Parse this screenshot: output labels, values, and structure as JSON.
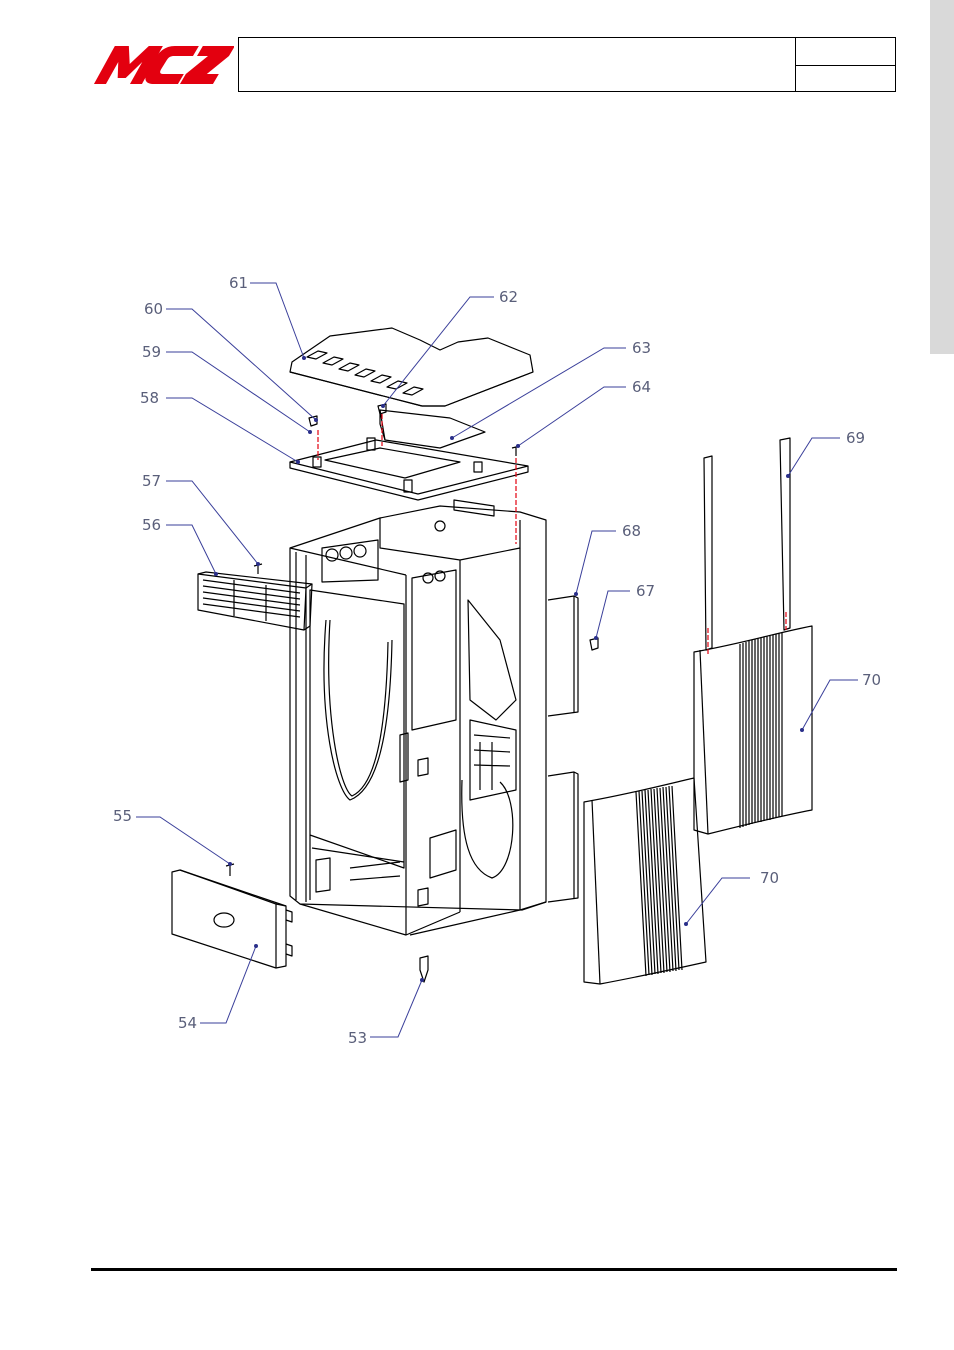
{
  "brand": {
    "logo_text": "MCZ",
    "logo_color": "#e3000f"
  },
  "header": {
    "title": "",
    "cell_top": "",
    "cell_bottom": ""
  },
  "colors": {
    "line": "#000000",
    "callout": "#5a5f7a",
    "leader": "#3a3f9a",
    "axis_red": "#e3000f",
    "tab_grey": "#d9d9d9"
  },
  "diagram": {
    "callouts": [
      "53",
      "54",
      "55",
      "56",
      "57",
      "58",
      "59",
      "60",
      "61",
      "62",
      "63",
      "64",
      "67",
      "68",
      "69",
      "70",
      "70"
    ]
  }
}
